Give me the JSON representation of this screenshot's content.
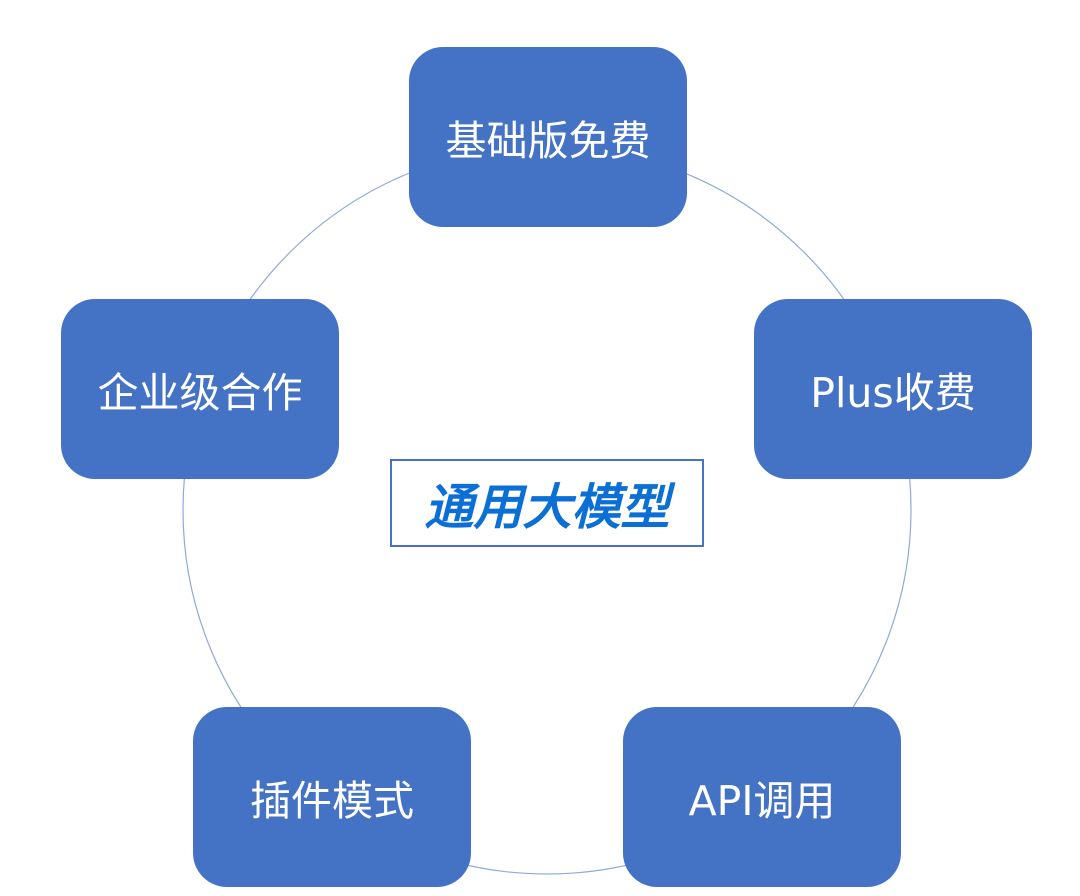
{
  "diagram": {
    "center": {
      "label": "通用大模型",
      "color": "#0b6fd6",
      "border_color": "#4a72c4"
    },
    "nodes": [
      {
        "id": "basic",
        "label": "基础版免费"
      },
      {
        "id": "plus",
        "label": "Plus收费"
      },
      {
        "id": "api",
        "label": "API调用"
      },
      {
        "id": "plugin",
        "label": "插件模式"
      },
      {
        "id": "enterprise",
        "label": "企业级合作"
      }
    ],
    "node_color": "#4472c4",
    "node_text_color": "#ffffff",
    "ring_color": "#8fa9dd"
  }
}
